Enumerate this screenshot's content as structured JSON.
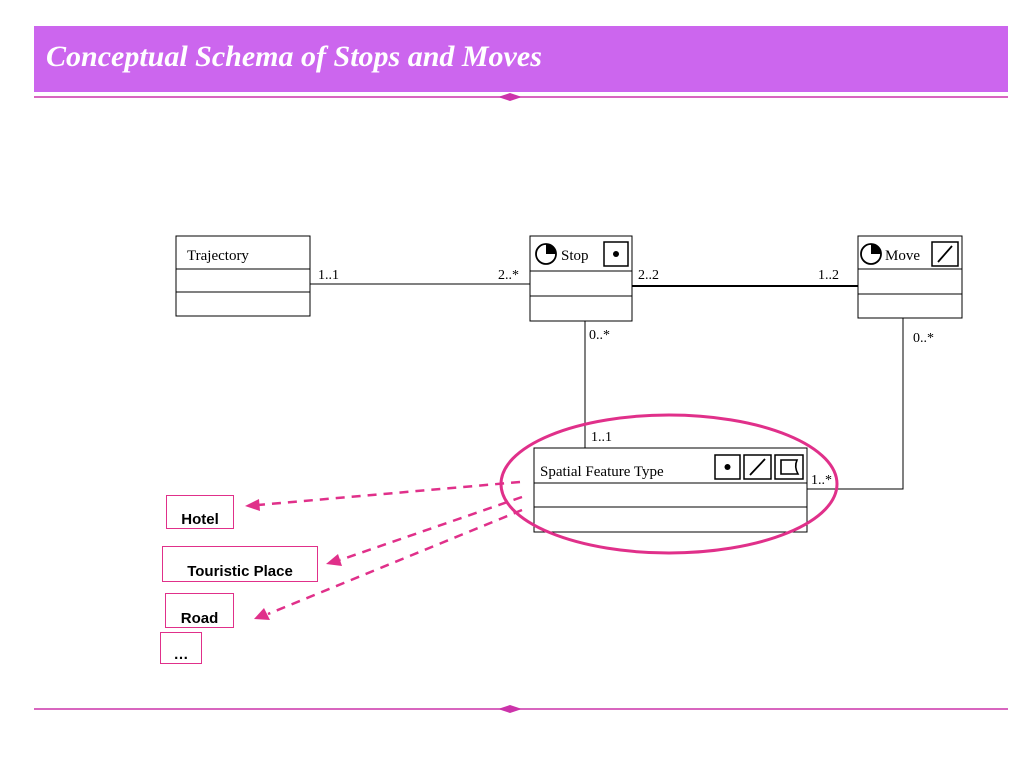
{
  "slide": {
    "title": "Conceptual Schema of Stops and Moves"
  },
  "diagram": {
    "classes": {
      "trajectory": "Trajectory",
      "stop": "Stop",
      "move": "Move",
      "spatial_feature_type": "Spatial Feature Type"
    },
    "multiplicities": {
      "trajectory_stop_at_trajectory": "1..1",
      "trajectory_stop_at_stop": "2..*",
      "stop_move_at_stop": "2..2",
      "stop_move_at_move": "1..2",
      "stop_sft_at_stop": "0..*",
      "stop_sft_at_sft": "1..1",
      "move_sft_at_move": "0..*",
      "move_sft_at_sft": "1..*"
    },
    "icons": {
      "temporal": "clock-icon",
      "point": "point-icon",
      "line": "line-icon",
      "area": "area-icon"
    }
  },
  "examples": {
    "items": [
      "Hotel",
      "Touristic Place",
      "Road",
      "…"
    ]
  },
  "colors": {
    "title_bar": "#cc66ee",
    "accent": "#e0308a",
    "rule": "#cc33aa"
  }
}
